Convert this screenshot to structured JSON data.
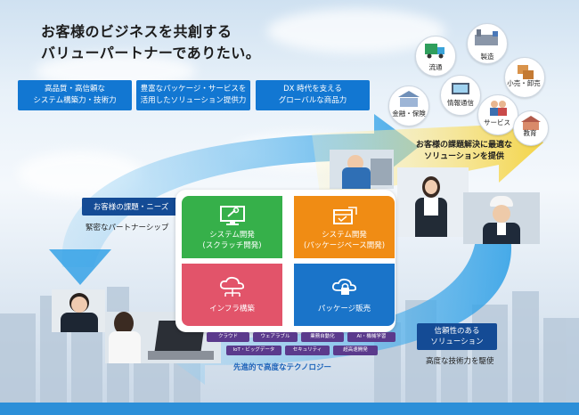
{
  "headline": {
    "line1": "お客様のビジネスを共創する",
    "line2": "バリューパートナーでありたい。"
  },
  "features": [
    {
      "line1": "高品質・高信頼な",
      "line2": "システム構築力・技術力"
    },
    {
      "line1": "豊富なパッケージ・サービスを",
      "line2": "活用したソリューション提供力"
    },
    {
      "line1": "DX 時代を支える",
      "line2": "グローバルな商品力"
    }
  ],
  "needs": {
    "label": "お客様の課題・ニーズ",
    "caption": "緊密なパートナーシップ"
  },
  "solution_offer": {
    "line1": "お客様の課題解決に最適な",
    "line2": "ソリューションを提供"
  },
  "reliable": {
    "line1": "信頼性のある",
    "line2": "ソリューション",
    "caption": "高度な技術力を駆使"
  },
  "services": [
    {
      "line1": "システム開発",
      "line2": "(スクラッチ開発)",
      "color": "#36b04a",
      "icon": "monitor-tools-icon"
    },
    {
      "line1": "システム開発",
      "line2": "(パッケージベース開発)",
      "color": "#f08c14",
      "icon": "package-dev-icon"
    },
    {
      "line1": "インフラ構築",
      "line2": "",
      "color": "#e2546a",
      "icon": "cloud-network-icon"
    },
    {
      "line1": "パッケージ販売",
      "line2": "",
      "color": "#1a74c9",
      "icon": "cloud-lock-icon"
    }
  ],
  "technologies": [
    "クラウド",
    "ウェアラブル",
    "業務自動化",
    "AI・機械学習",
    "IoT・ビッグデータ",
    "セキュリティ",
    "超高速開発"
  ],
  "technology_caption": "先進的で高度なテクノロジー",
  "industries": [
    "流通",
    "製造",
    "小売・卸売",
    "金融・保険",
    "情報通信",
    "サービス",
    "教育"
  ]
}
